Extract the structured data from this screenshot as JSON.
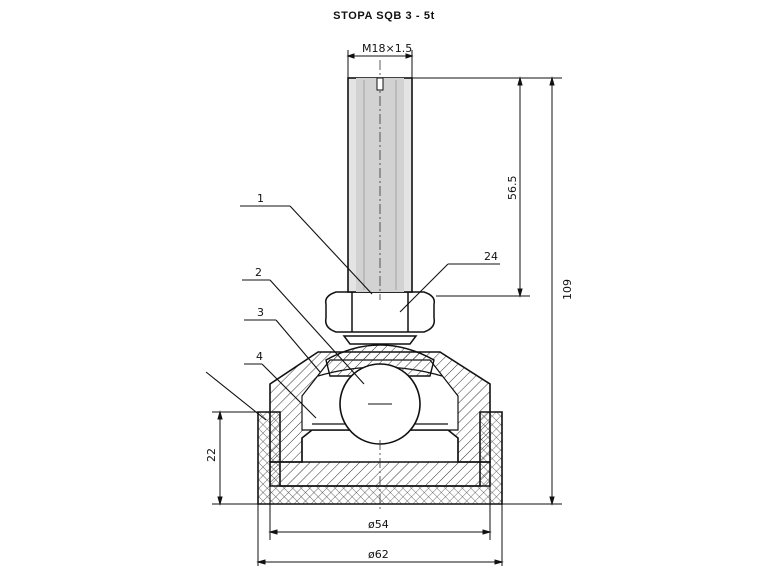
{
  "title": "STOPA SQB 3 - 5t",
  "dimensions": {
    "thread": "M18×1.5",
    "height_stud": "56.5",
    "height_total": "109",
    "height_base": "22",
    "diameter_inner": "ø54",
    "diameter_outer": "ø62"
  },
  "parts": [
    "1",
    "2",
    "3",
    "4",
    "24"
  ]
}
